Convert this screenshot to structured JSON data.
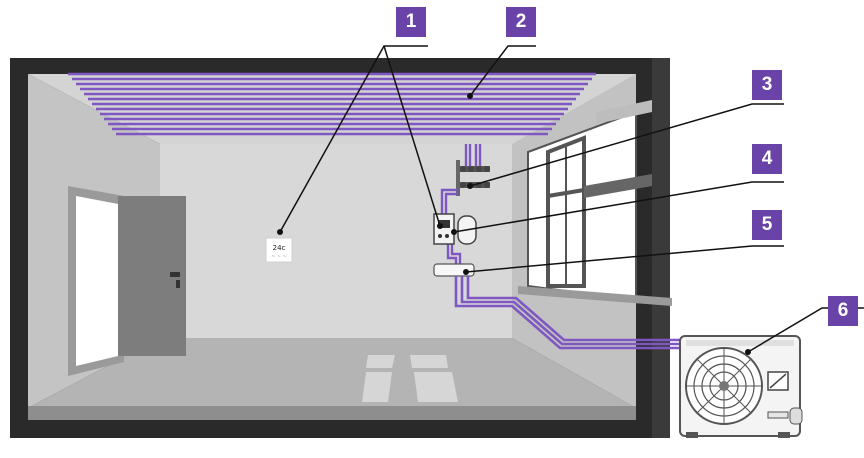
{
  "colors": {
    "accent": "#6a43a8",
    "pipe": "#7e57c2",
    "wall_dark": "#2b2b2b",
    "wall_light": "#cfcfcf",
    "floor": "#b3b3b3"
  },
  "thermostat": {
    "temperature": "24c",
    "subtext": "~ ~ ~"
  },
  "callouts": [
    {
      "number": "1",
      "target": "thermostat and controller"
    },
    {
      "number": "2",
      "target": "ceiling heating pipes"
    },
    {
      "number": "3",
      "target": "distribution manifold"
    },
    {
      "number": "4",
      "target": "expansion tank"
    },
    {
      "number": "5",
      "target": "indoor unit"
    },
    {
      "number": "6",
      "target": "outdoor heat pump unit"
    }
  ],
  "icons": [
    "door-icon",
    "window-icon",
    "fan-icon",
    "manifold-icon",
    "tank-icon"
  ]
}
